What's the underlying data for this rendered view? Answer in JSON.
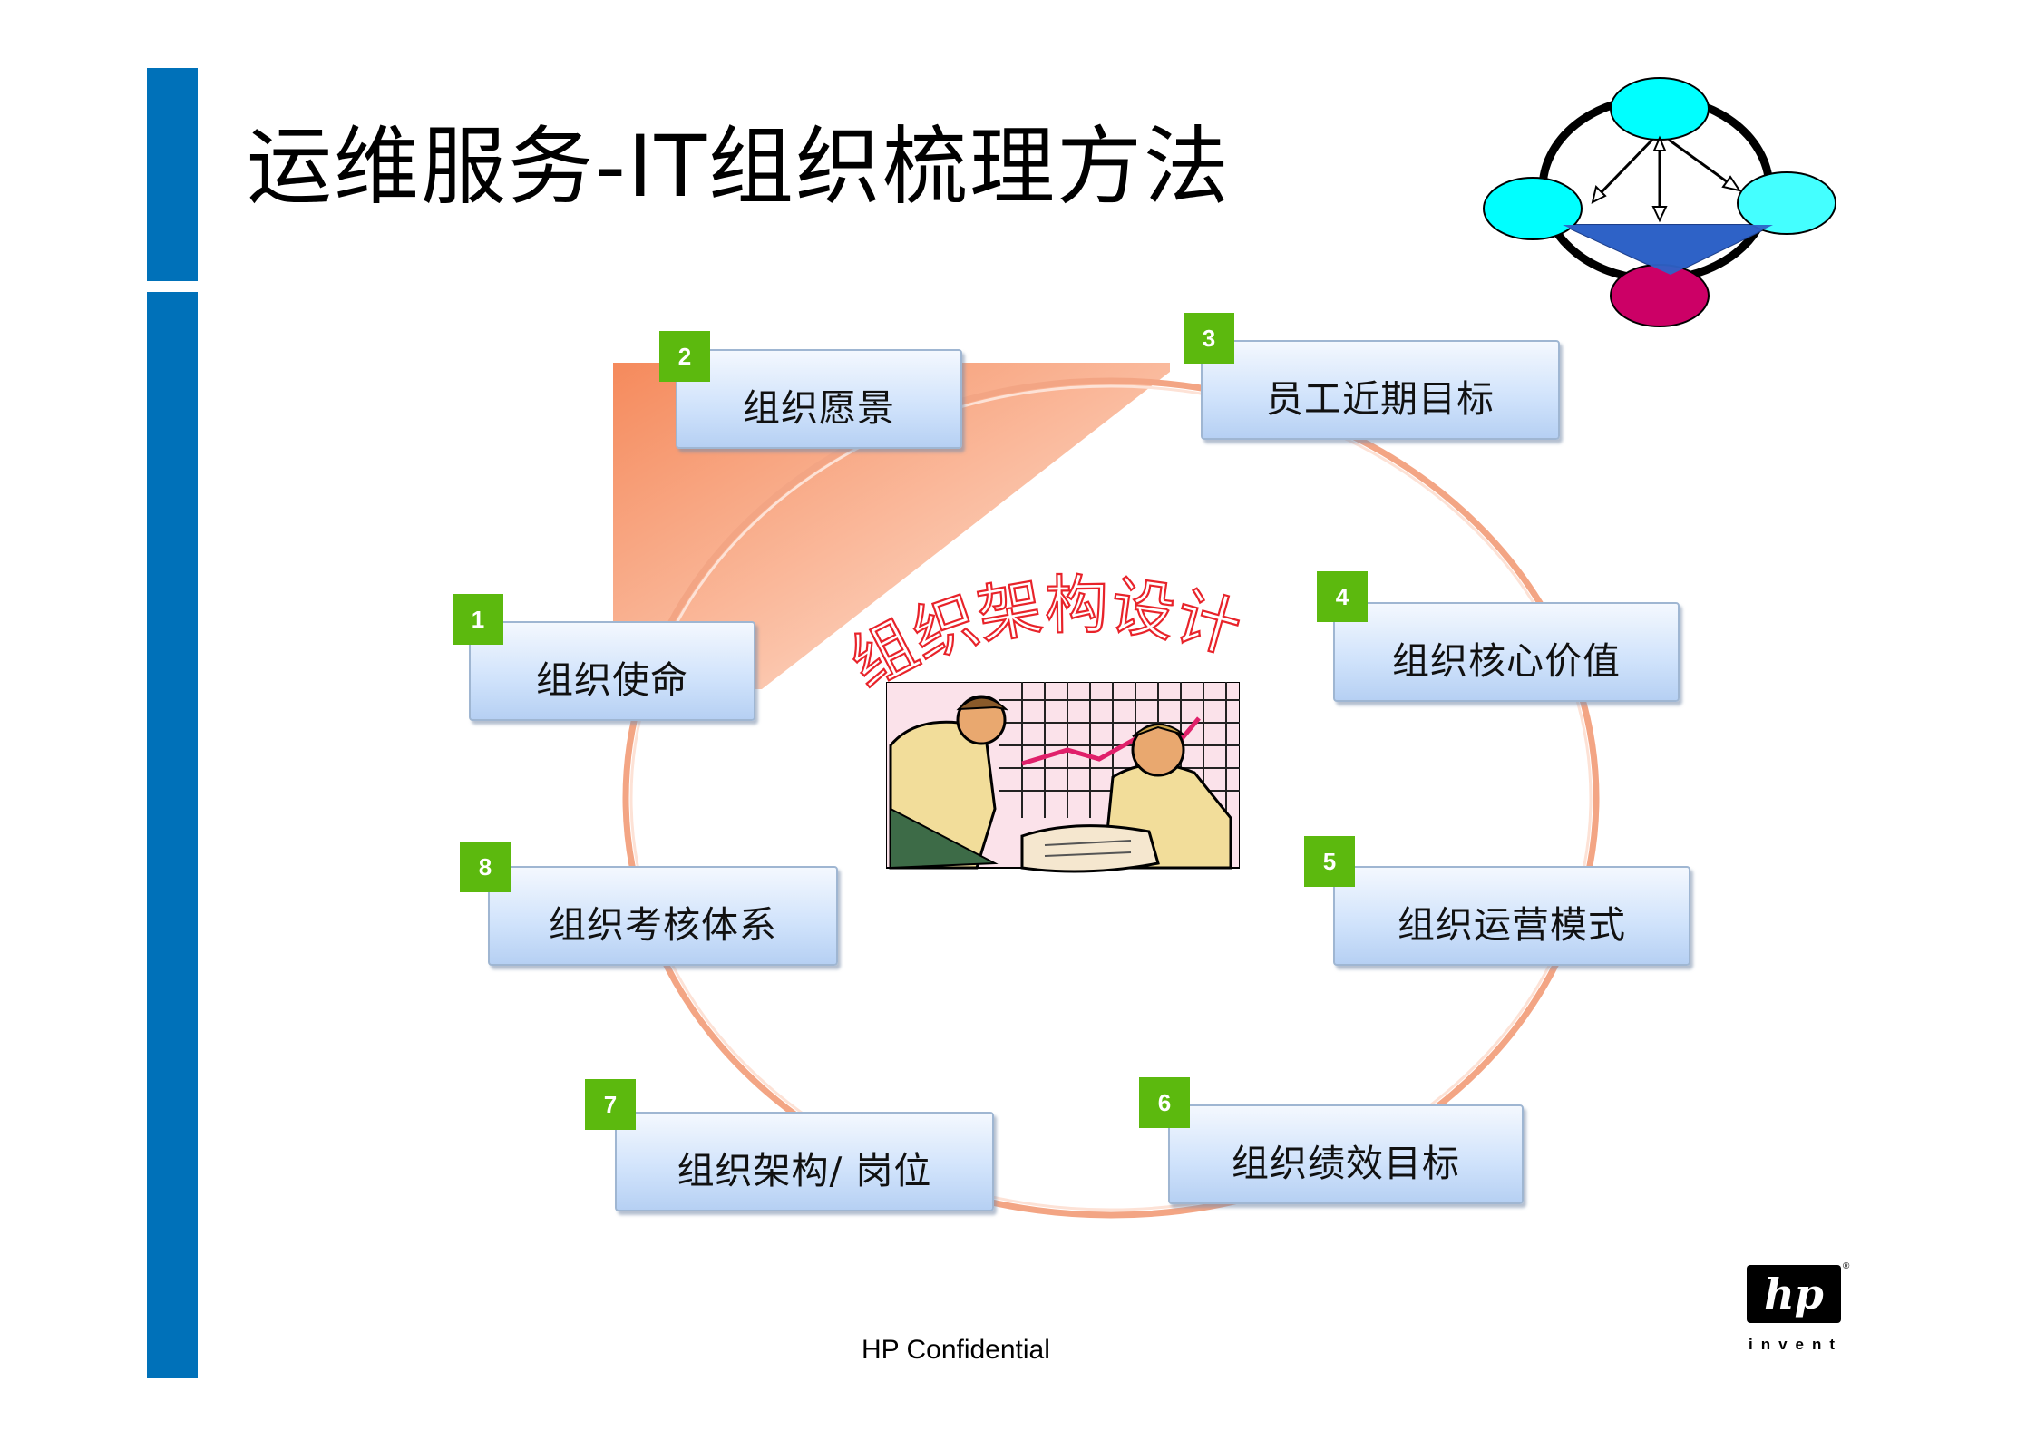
{
  "slide": {
    "title": "运维服务-IT组织梳理方法",
    "center_title": "组织架构设计",
    "footer": "HP Confidential"
  },
  "items": [
    {
      "num": "1",
      "label": "组织使命"
    },
    {
      "num": "2",
      "label": "组织愿景"
    },
    {
      "num": "3",
      "label": "员工近期目标"
    },
    {
      "num": "4",
      "label": "组织核心价值"
    },
    {
      "num": "5",
      "label": "组织运营模式"
    },
    {
      "num": "6",
      "label": "组织绩效目标"
    },
    {
      "num": "7",
      "label": "组织架构/ 岗位"
    },
    {
      "num": "8",
      "label": "组织考核体系"
    }
  ],
  "logo": {
    "brand": "hp",
    "tagline": "invent"
  },
  "colors": {
    "accent_bar": "#0071b9",
    "badge": "#5cb90e",
    "ring": "#f0a482",
    "center_title": "#e8232a"
  }
}
